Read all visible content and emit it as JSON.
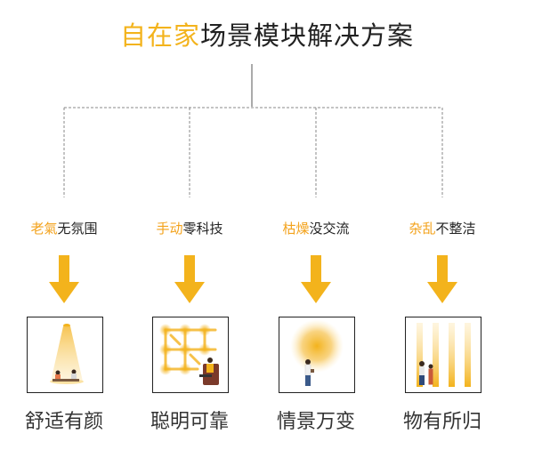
{
  "title": {
    "highlight": "自在家",
    "rest": "场景模块解决方案"
  },
  "colors": {
    "accent": "#f3b31c",
    "text": "#222222",
    "line": "#999999"
  },
  "items": [
    {
      "label_highlight": "老氣",
      "label_rest": "无氛围",
      "caption": "舒适有颜",
      "icon": "spotlight-lamp-icon"
    },
    {
      "label_highlight": "手动",
      "label_rest": "零科技",
      "caption": "聪明可靠",
      "icon": "smart-light-grid-icon"
    },
    {
      "label_highlight": "枯燥",
      "label_rest": "没交流",
      "caption": "情景万变",
      "icon": "ambient-glow-icon"
    },
    {
      "label_highlight": "杂乱",
      "label_rest": "不整洁",
      "caption": "物有所归",
      "icon": "light-columns-icon"
    }
  ]
}
